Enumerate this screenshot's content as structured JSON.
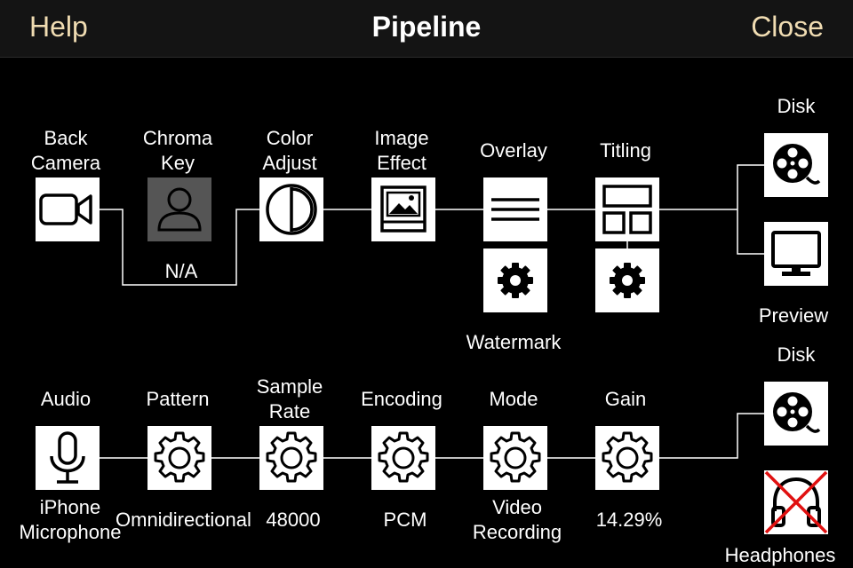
{
  "nav": {
    "help": "Help",
    "title": "Pipeline",
    "close": "Close"
  },
  "video": {
    "source": "Back\nCamera",
    "chroma": "Chroma\nKey",
    "chroma_value": "N/A",
    "color": "Color\nAdjust",
    "image_effect": "Image\nEffect",
    "overlay": "Overlay",
    "watermark": "Watermark",
    "titling": "Titling",
    "disk": "Disk",
    "preview": "Preview"
  },
  "audio": {
    "source": "Audio",
    "source_value": "iPhone\nMicrophone",
    "pattern": "Pattern",
    "pattern_value": "Omnidirectional",
    "sample_rate": "Sample\nRate",
    "sample_rate_value": "48000",
    "encoding": "Encoding",
    "encoding_value": "PCM",
    "mode": "Mode",
    "mode_value": "Video\nRecording",
    "gain": "Gain",
    "gain_value": "14.29%",
    "disk": "Disk",
    "headphones": "Headphones"
  },
  "colors": {
    "nav_accent": "#f0dcb2",
    "node_bg": "#ffffff",
    "disabled_bg": "#555555",
    "wire": "#ffffff",
    "disabled_mark": "#e01010"
  },
  "icons": {
    "back_camera": "video-camera-icon",
    "chroma_key": "person-icon",
    "color_adjust": "half-circle-icon",
    "image_effect": "picture-icon",
    "overlay": "lines-icon",
    "watermark": "gear-icon",
    "titling": "layout-icon",
    "titling_settings": "gear-icon",
    "disk": "film-reel-icon",
    "preview": "monitor-icon",
    "audio": "microphone-icon",
    "pattern": "cog-icon",
    "sample_rate": "cog-icon",
    "encoding": "cog-icon",
    "mode": "cog-icon",
    "gain": "cog-icon",
    "headphones": "headphones-icon"
  }
}
